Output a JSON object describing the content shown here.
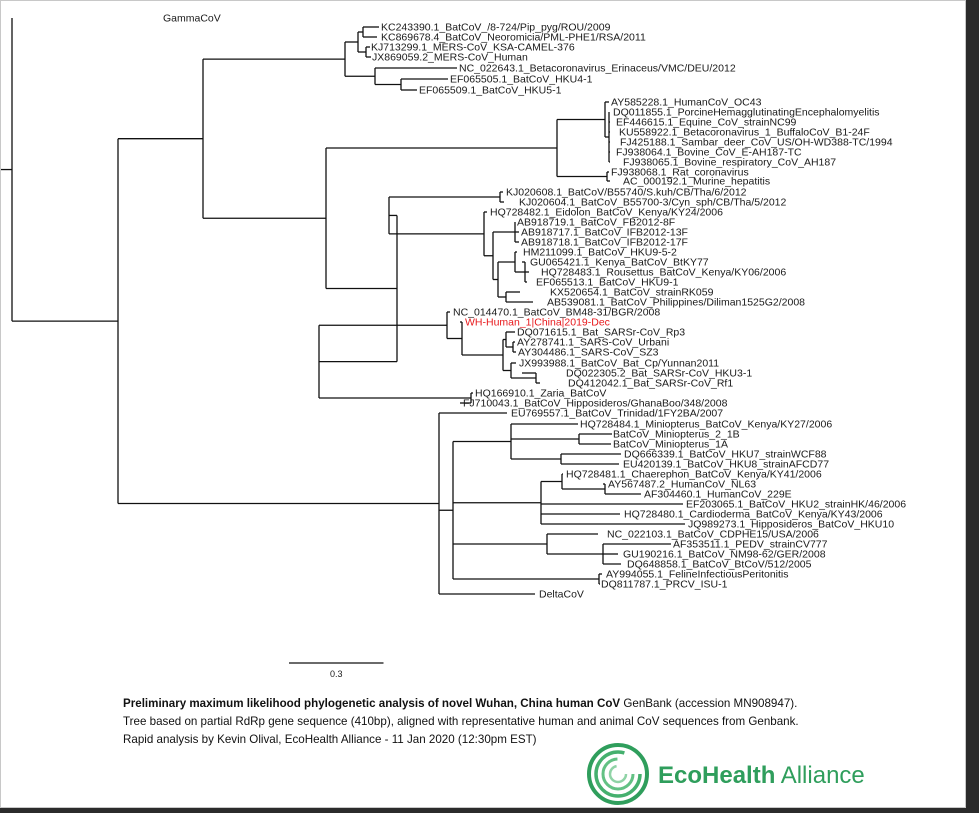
{
  "tree": {
    "taxa": [
      {
        "label": "GammaCoV",
        "highlight": false
      },
      {
        "label": "KC243390.1_BatCoV_/8-724/Pip_pyg/ROU/2009",
        "highlight": false
      },
      {
        "label": "KC869678.4_BatCoV_Neoromicia/PML-PHE1/RSA/2011",
        "highlight": false
      },
      {
        "label": "KJ713299.1_MERS-CoV_KSA-CAMEL-376",
        "highlight": false
      },
      {
        "label": "JX869059.2_MERS-CoV_Human",
        "highlight": false
      },
      {
        "label": "NC_022643.1_Betacoronavirus_Erinaceus/VMC/DEU/2012",
        "highlight": false
      },
      {
        "label": "EF065505.1_BatCoV_HKU4-1",
        "highlight": false
      },
      {
        "label": "EF065509.1_BatCoV_HKU5-1",
        "highlight": false
      },
      {
        "label": "AY585228.1_HumanCoV_OC43",
        "highlight": false
      },
      {
        "label": "DQ011855.1_PorcineHemagglutinatingEncephalomyelitis",
        "highlight": false
      },
      {
        "label": "EF446615.1_Equine_CoV_strainNC99",
        "highlight": false
      },
      {
        "label": "KU558922.1_Betacoronavirus_1_BuffaloCoV_B1-24F",
        "highlight": false
      },
      {
        "label": "FJ425188.1_Sambar_deer_CoV_US/OH-WD388-TC/1994",
        "highlight": false
      },
      {
        "label": "FJ938064.1_Bovine_CoV_E-AH187-TC",
        "highlight": false
      },
      {
        "label": "FJ938065.1_Bovine_respiratory_CoV_AH187",
        "highlight": false
      },
      {
        "label": "FJ938068.1_Rat_coronavirus",
        "highlight": false
      },
      {
        "label": "AC_000192.1_Murine_hepatitis",
        "highlight": false
      },
      {
        "label": "KJ020608.1_BatCoV/B55740/S.kuh/CB/Tha/6/2012",
        "highlight": false
      },
      {
        "label": "KJ020604.1_BatCoV_B55700-3/Cyn_sph/CB/Tha/5/2012",
        "highlight": false
      },
      {
        "label": "HQ728482.1_Eidolon_BatCoV_Kenya/KY24/2006",
        "highlight": false
      },
      {
        "label": "AB918719.1_BatCoV_FB2012-8F",
        "highlight": false
      },
      {
        "label": "AB918717.1_BatCoV_IFB2012-13F",
        "highlight": false
      },
      {
        "label": "AB918718.1_BatCoV_IFB2012-17F",
        "highlight": false
      },
      {
        "label": "HM211099.1_BatCoV_HKU9-5-2",
        "highlight": false
      },
      {
        "label": "GU065421.1_Kenya_BatCoV_BtKY77",
        "highlight": false
      },
      {
        "label": "HQ728483.1_Rousettus_BatCoV_Kenya/KY06/2006",
        "highlight": false
      },
      {
        "label": "EF065513.1_BatCoV_HKU9-1",
        "highlight": false
      },
      {
        "label": "KX520654.1_BatCoV_strainRK059",
        "highlight": false
      },
      {
        "label": "AB539081.1_BatCoV_Philippines/Diliman1525G2/2008",
        "highlight": false
      },
      {
        "label": "NC_014470.1_BatCoV_BM48-31/BGR/2008",
        "highlight": false
      },
      {
        "label": "WH-Human_1|China|2019-Dec",
        "highlight": true
      },
      {
        "label": "DQ071615.1_Bat_SARSr-CoV_Rp3",
        "highlight": false
      },
      {
        "label": "AY278741.1_SARS-CoV_Urbani",
        "highlight": false
      },
      {
        "label": "AY304486.1_SARS-CoV_SZ3",
        "highlight": false
      },
      {
        "label": "JX993988.1_BatCoV_Bat_Cp/Yunnan2011",
        "highlight": false
      },
      {
        "label": "DQ022305.2_Bat_SARSr-CoV_HKU3-1",
        "highlight": false
      },
      {
        "label": "DQ412042.1_Bat_SARSr-CoV_Rf1",
        "highlight": false
      },
      {
        "label": "HQ166910.1_Zaria_BatCoV",
        "highlight": false
      },
      {
        "label": "FJ710043.1_BatCoV_Hipposideros/GhanaBoo/348/2008",
        "highlight": false
      },
      {
        "label": "EU769557.1_BatCoV_Trinidad/1FY2BA/2007",
        "highlight": false
      },
      {
        "label": "HQ728484.1_Miniopterus_BatCoV_Kenya/KY27/2006",
        "highlight": false
      },
      {
        "label": "BatCoV_Miniopterus_2_1B",
        "highlight": false
      },
      {
        "label": "BatCoV_Miniopterus_1A",
        "highlight": false
      },
      {
        "label": "DQ666339.1_BatCoV_HKU7_strainWCF88",
        "highlight": false
      },
      {
        "label": "EU420139.1_BatCoV_HKU8_strainAFCD77",
        "highlight": false
      },
      {
        "label": "HQ728481.1_Chaerephon_BatCoV_Kenya/KY41/2006",
        "highlight": false
      },
      {
        "label": "AY567487.2_HumanCoV_NL63",
        "highlight": false
      },
      {
        "label": "AF304460.1_HumanCoV_229E",
        "highlight": false
      },
      {
        "label": "EF203065.1_BatCoV_HKU2_strainHK/46/2006",
        "highlight": false
      },
      {
        "label": "HQ728480.1_Cardioderma_BatCoV_Kenya/KY43/2006",
        "highlight": false
      },
      {
        "label": "JQ989273.1_Hipposideros_BatCoV_HKU10",
        "highlight": false
      },
      {
        "label": "NC_022103.1_BatCoV_CDPHE15/USA/2006",
        "highlight": false
      },
      {
        "label": "AF353511.1_PEDV_strainCV777",
        "highlight": false
      },
      {
        "label": "GU190216.1_BatCoV_NM98-62/GER/2008",
        "highlight": false
      },
      {
        "label": "DQ648858.1_BatCoV_BtCoV/512/2005",
        "highlight": false
      },
      {
        "label": "AY994055.1_FelineInfectiousPeritonitis",
        "highlight": false
      },
      {
        "label": "DQ811787.1_PRCV_ISU-1",
        "highlight": false
      },
      {
        "label": "DeltaCoV",
        "highlight": false
      }
    ],
    "scale_bar_value": 0.3,
    "scale_bar_label": "0.3"
  },
  "caption": {
    "bold": "Preliminary maximum likelihood phylogenetic analysis of novel Wuhan, China human CoV",
    "line1_rest": " GenBank (accession MN908947).",
    "line2": "Tree based on partial RdRp gene sequence (410bp), aligned with representative human and animal CoV sequences from Genbank.",
    "line3": "Rapid analysis by Kevin Olival, EcoHealth Alliance - 11 Jan 2020 (12:30pm EST)"
  },
  "logo": {
    "name_part1": "EcoHealth",
    "name_part2": " Alliance",
    "color": "#2f9e5c"
  }
}
